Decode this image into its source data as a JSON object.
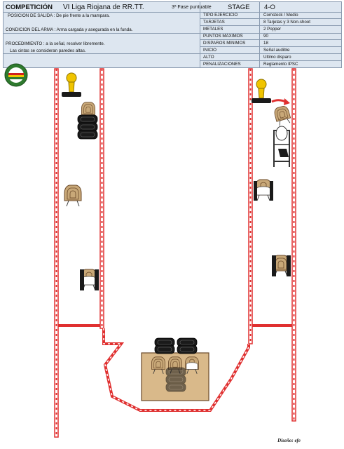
{
  "header": {
    "competition_label": "COMPETICIÓN",
    "competition_name": "VI Liga Riojana de RR.TT.",
    "phase": "3ª Fase puntuable",
    "stage_label": "STAGE",
    "stage_value": "4-O",
    "left_rows": [
      "POSICIÓN DE SALIDA : De pie frente a la mampara.",
      "CONDICIÓN DEL ARMA : Arma cargada y asegurada en la funda.",
      "PROCEDIMIENTO : a la señal, resolver libremente.",
      "Las cintas se consideran paredes altas."
    ],
    "details": [
      {
        "label": "TIPO EJERCICIO",
        "value": "Comstock /  Medio"
      },
      {
        "label": "TARJETAS",
        "value": "8 Tarjetas y 3 Non-shoot"
      },
      {
        "label": "METALES",
        "value": "2 Popper"
      },
      {
        "label": "PUNTOS MÁXIMOS",
        "value": "90"
      },
      {
        "label": "DISPAROS MÍNIMOS",
        "value": "18"
      },
      {
        "label": "INICIO",
        "value": "Señal audible"
      },
      {
        "label": "ALTO",
        "value": "Último disparo"
      },
      {
        "label": "PENALIZACIONES",
        "value": "Reglamento IPSC"
      }
    ]
  },
  "colors": {
    "tape": "#e03030",
    "target": "#c8a878",
    "non_shoot": "#ffffff",
    "popper": "#f0c400",
    "barrel": "#1a1a1a",
    "header_bg": "#dde6f0",
    "wall": "#d9b98a"
  },
  "icons": [
    "club-logo-icon",
    "popper-icon",
    "target-icon",
    "barrel-stack-icon",
    "wall-icon",
    "frame-stand-icon",
    "arrow-icon"
  ],
  "credit": "Diseño: efe"
}
